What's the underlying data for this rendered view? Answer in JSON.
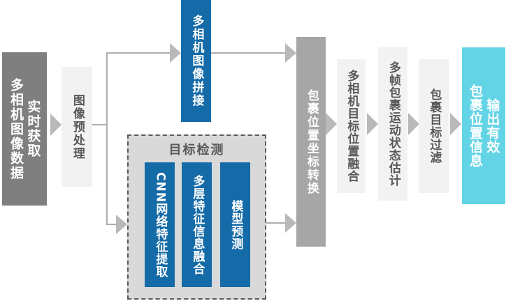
{
  "diagram": {
    "title": "目标检测",
    "nodes": {
      "source": {
        "label": "实时获取\n多相机图像数据"
      },
      "preprocess": {
        "label": "图像预处理"
      },
      "stitch": {
        "label": "多相机图像拼接"
      },
      "detection_group": {
        "title": "目标检测"
      },
      "cnn": {
        "label": "CNN网络特征提取"
      },
      "feature_fusion": {
        "label": "多层特征信息融合"
      },
      "model_predict": {
        "label": "模型预测"
      },
      "transform": {
        "label": "包裹位置坐标转换"
      },
      "camera_fusion": {
        "label": "多相机目标位置融合"
      },
      "motion_estimate": {
        "label": "多帧包裹运动状态估计"
      },
      "filter": {
        "label": "包裹目标过滤"
      },
      "output": {
        "label": "输出有效\n包裹位置信息"
      }
    },
    "colors": {
      "accent_blue": "#146ba8",
      "dark_gray": "#7f7f7f",
      "medium_gray": "#a6a6a6",
      "light_gray": "#f2f2f2",
      "panel_gray": "#d9d9d9",
      "cyan": "#63d4e5",
      "text_gray": "#595959",
      "connector_line": "#adadad",
      "arrow_fill": "#b9b9b9"
    }
  }
}
